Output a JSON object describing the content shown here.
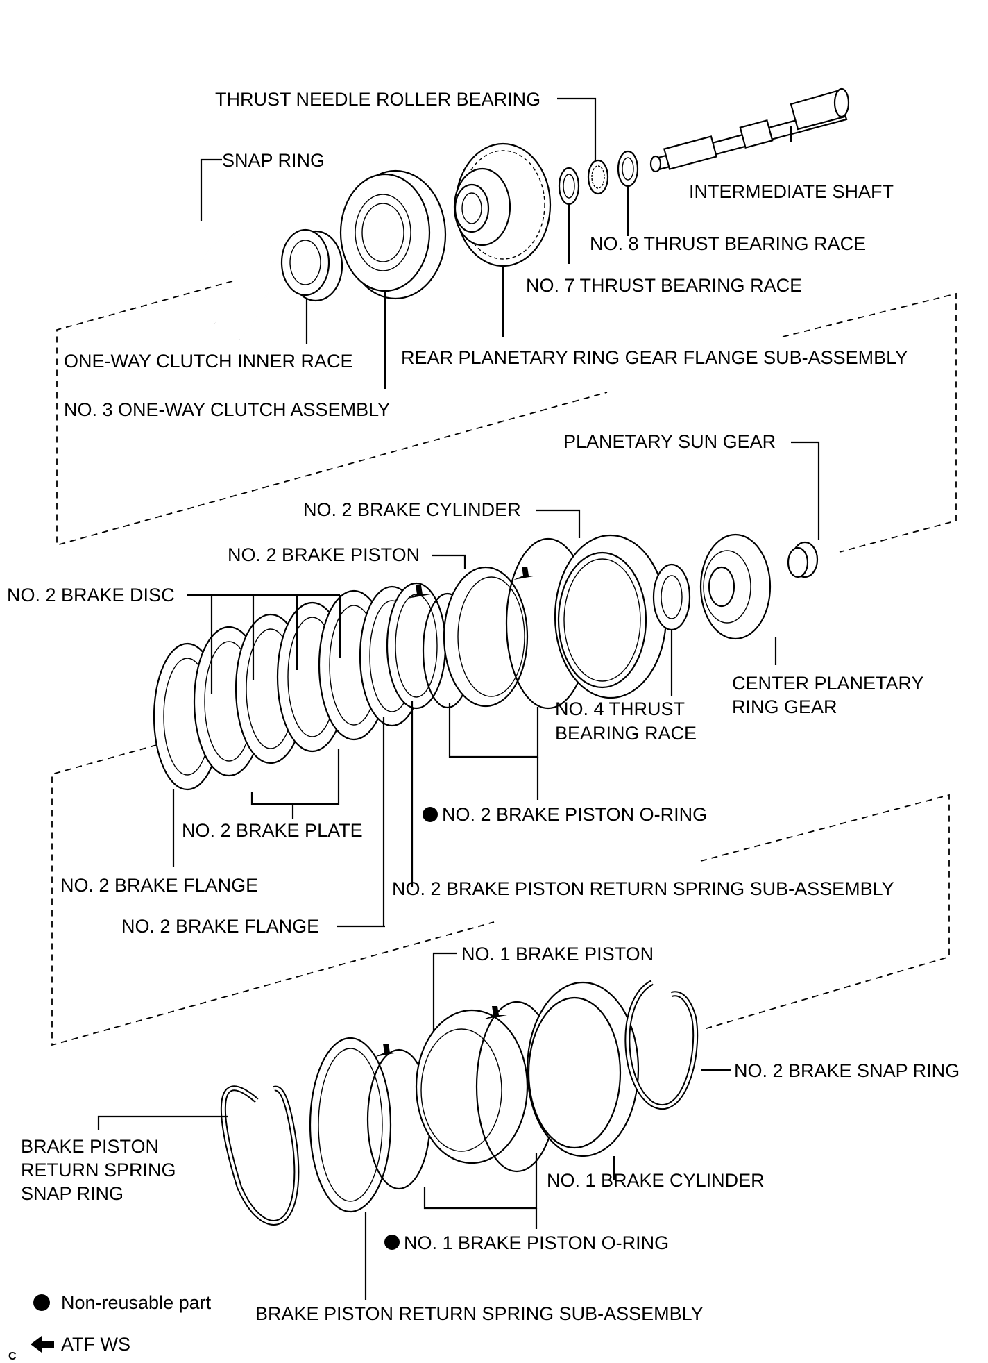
{
  "labels": {
    "thrust_needle_roller_bearing": "THRUST NEEDLE ROLLER BEARING",
    "snap_ring": "SNAP RING",
    "intermediate_shaft": "INTERMEDIATE SHAFT",
    "no8_thrust_bearing_race": "NO. 8 THRUST BEARING RACE",
    "no7_thrust_bearing_race": "NO. 7 THRUST BEARING RACE",
    "one_way_clutch_inner_race": "ONE-WAY CLUTCH INNER RACE",
    "rear_planetary_ring_gear_flange": "REAR PLANETARY RING GEAR FLANGE SUB-ASSEMBLY",
    "no3_one_way_clutch_assembly": "NO. 3 ONE-WAY CLUTCH ASSEMBLY",
    "planetary_sun_gear": "PLANETARY SUN GEAR",
    "no2_brake_cylinder": "NO. 2 BRAKE CYLINDER",
    "no2_brake_piston": "NO. 2 BRAKE PISTON",
    "no2_brake_disc": "NO. 2 BRAKE DISC",
    "center_planetary_ring_gear_1": "CENTER PLANETARY",
    "center_planetary_ring_gear_2": "RING GEAR",
    "no4_thrust_bearing_race_1": "NO. 4 THRUST",
    "no4_thrust_bearing_race_2": "BEARING RACE",
    "no2_brake_piston_oring": "NO. 2 BRAKE PISTON O-RING",
    "no2_brake_plate": "NO. 2 BRAKE PLATE",
    "no2_brake_flange_a": "NO. 2 BRAKE FLANGE",
    "no2_brake_piston_return_spring": "NO. 2 BRAKE PISTON RETURN SPRING SUB-ASSEMBLY",
    "no2_brake_flange_b": "NO. 2 BRAKE FLANGE",
    "no1_brake_piston": "NO. 1 BRAKE PISTON",
    "no2_brake_snap_ring": "NO. 2 BRAKE SNAP RING",
    "brake_piston_return_spring_snap_ring_1": "BRAKE PISTON",
    "brake_piston_return_spring_snap_ring_2": "RETURN SPRING",
    "brake_piston_return_spring_snap_ring_3": "SNAP RING",
    "no1_brake_cylinder": "NO. 1 BRAKE CYLINDER",
    "no1_brake_piston_oring": "NO. 1 BRAKE PISTON O-RING",
    "brake_piston_return_spring_sub_assembly": "BRAKE PISTON RETURN SPRING SUB-ASSEMBLY"
  },
  "legend": {
    "non_reusable": "Non-reusable part",
    "atf_ws": "ATF WS"
  },
  "corner_code": "C"
}
